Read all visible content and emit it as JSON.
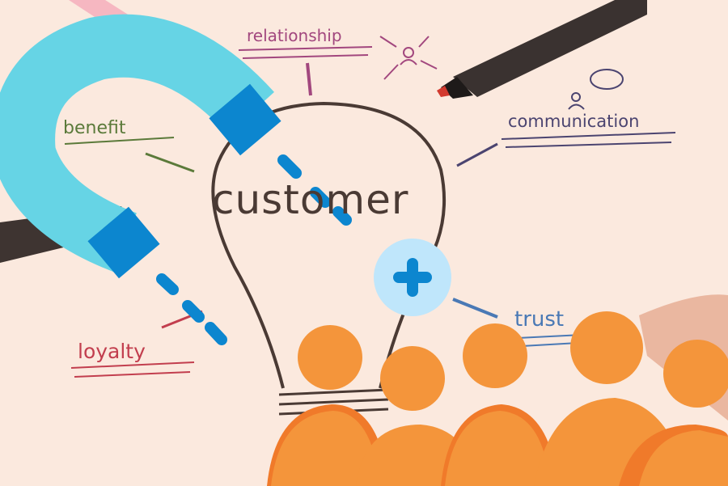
{
  "words": {
    "relationship": "relationship",
    "benefit": "benefit",
    "customer": "customer",
    "communication": "communication",
    "trust": "trust",
    "loyalty": "loyalty"
  },
  "colors": {
    "background": "#fbe9de",
    "magnet": "#66d4e5",
    "magnet_tip": "#0c86cf",
    "plus_circle": "#bfe6fb",
    "people": "#f4953b",
    "people_dark": "#f07a2a"
  }
}
